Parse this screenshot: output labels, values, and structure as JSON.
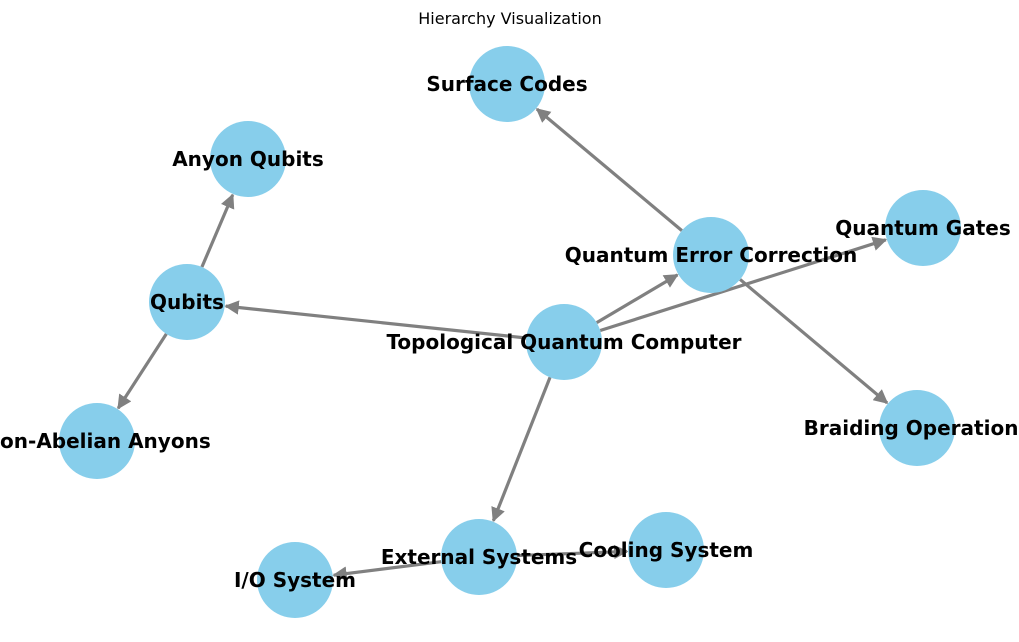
{
  "title": "Hierarchy Visualization",
  "colors": {
    "node_fill": "#87ceeb",
    "edge": "#808080",
    "label": "#000000",
    "background": "#ffffff"
  },
  "nodes": [
    {
      "id": "topological-quantum-computer",
      "label": "Topological Quantum Computer"
    },
    {
      "id": "qubits",
      "label": "Qubits"
    },
    {
      "id": "quantum-error-correction",
      "label": "Quantum Error Correction"
    },
    {
      "id": "quantum-gates",
      "label": "Quantum Gates"
    },
    {
      "id": "external-systems",
      "label": "External Systems"
    },
    {
      "id": "anyon-qubits",
      "label": "Anyon Qubits"
    },
    {
      "id": "non-abelian-anyons",
      "label": "Non-Abelian Anyons"
    },
    {
      "id": "surface-codes",
      "label": "Surface Codes"
    },
    {
      "id": "braiding-operations",
      "label": "Braiding Operations"
    },
    {
      "id": "io-system",
      "label": "I/O System"
    },
    {
      "id": "cooling-system",
      "label": "Cooling System"
    }
  ],
  "edges": [
    {
      "from": "topological-quantum-computer",
      "to": "qubits"
    },
    {
      "from": "topological-quantum-computer",
      "to": "quantum-error-correction"
    },
    {
      "from": "topological-quantum-computer",
      "to": "quantum-gates"
    },
    {
      "from": "topological-quantum-computer",
      "to": "external-systems"
    },
    {
      "from": "qubits",
      "to": "anyon-qubits"
    },
    {
      "from": "qubits",
      "to": "non-abelian-anyons"
    },
    {
      "from": "quantum-error-correction",
      "to": "surface-codes"
    },
    {
      "from": "quantum-error-correction",
      "to": "braiding-operations"
    },
    {
      "from": "external-systems",
      "to": "io-system"
    },
    {
      "from": "external-systems",
      "to": "cooling-system"
    }
  ]
}
